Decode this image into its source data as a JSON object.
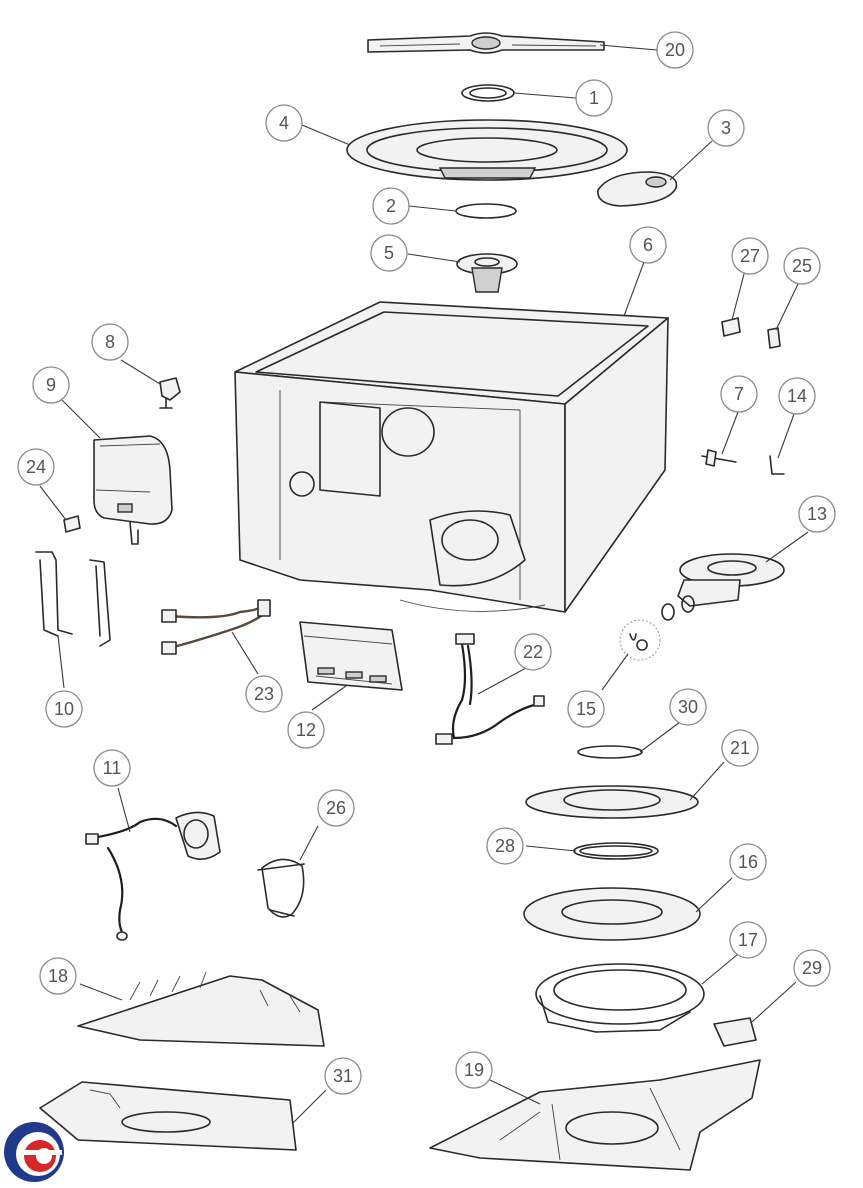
{
  "callouts": [
    {
      "label": "1"
    },
    {
      "label": "2"
    },
    {
      "label": "3"
    },
    {
      "label": "4"
    },
    {
      "label": "5"
    },
    {
      "label": "6"
    },
    {
      "label": "7"
    },
    {
      "label": "8"
    },
    {
      "label": "9"
    },
    {
      "label": "10"
    },
    {
      "label": "11"
    },
    {
      "label": "12"
    },
    {
      "label": "13"
    },
    {
      "label": "14"
    },
    {
      "label": "15"
    },
    {
      "label": "16"
    },
    {
      "label": "17"
    },
    {
      "label": "18"
    },
    {
      "label": "19"
    },
    {
      "label": "20"
    },
    {
      "label": "21"
    },
    {
      "label": "22"
    },
    {
      "label": "23"
    },
    {
      "label": "24"
    },
    {
      "label": "25"
    },
    {
      "label": "26"
    },
    {
      "label": "27"
    },
    {
      "label": "28"
    },
    {
      "label": "29"
    },
    {
      "label": "30"
    },
    {
      "label": "31"
    }
  ],
  "colors": {
    "line": "#2a2a2a",
    "callout_stroke": "#8a8a8a",
    "callout_text": "#555555",
    "logo_blue": "#1f3a8a",
    "logo_red": "#d62828"
  }
}
